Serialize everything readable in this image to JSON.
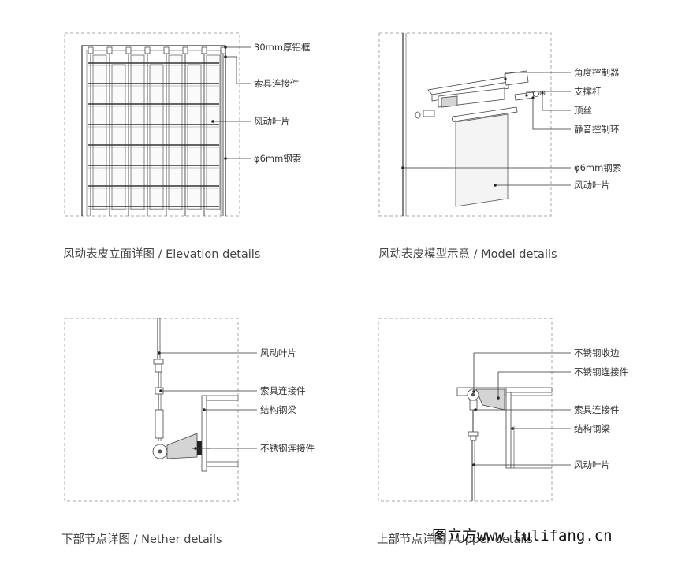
{
  "panels": {
    "elevation": {
      "caption": "风动表皮立面详图 / Elevation details",
      "labels": [
        "30mm厚铝框",
        "索具连接件",
        "风动叶片",
        "φ6mm钢索"
      ]
    },
    "model": {
      "caption": "风动表皮模型示意 / Model details",
      "labels": [
        "角度控制器",
        "支撑杆",
        "顶丝",
        "静音控制环",
        "φ6mm钢索",
        "风动叶片"
      ]
    },
    "nether": {
      "caption": "下部节点详图 / Nether details",
      "labels": [
        "风动叶片",
        "索具连接件",
        "结构钢梁",
        "不锈钢连接件"
      ]
    },
    "upper": {
      "caption": "上部节点详图 / Upper details",
      "labels": [
        "不锈钢收边",
        "不锈钢连接件",
        "索具连接件",
        "结构钢梁",
        "风动叶片"
      ]
    }
  },
  "watermark": "图立方www.tulifang.cn"
}
